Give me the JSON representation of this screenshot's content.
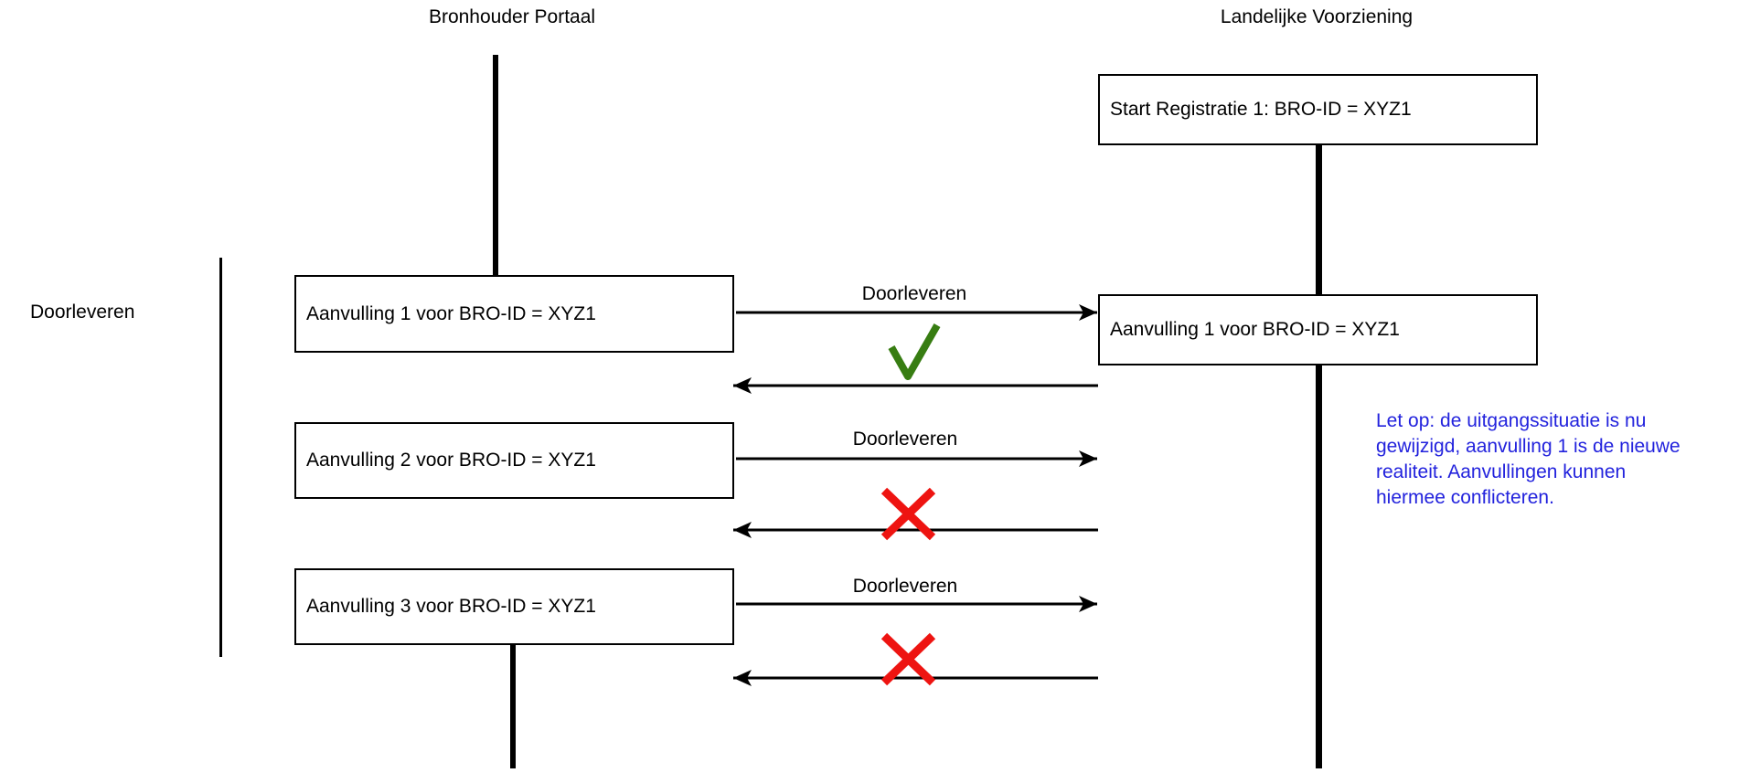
{
  "actors": {
    "left": "Bronhouder Portaal",
    "right": "Landelijke Voorziening"
  },
  "group": {
    "label": "Doorleveren"
  },
  "boxes": {
    "start_registratie": "Start Registratie 1: BRO-ID = XYZ1",
    "aanvulling1_left": "Aanvulling 1 voor BRO-ID = XYZ1",
    "aanvulling2_left": "Aanvulling 2 voor BRO-ID = XYZ1",
    "aanvulling3_left": "Aanvulling 3 voor BRO-ID = XYZ1",
    "aanvulling1_right": "Aanvulling 1 voor BRO-ID = XYZ1"
  },
  "messages": [
    {
      "label": "Doorleveren",
      "result": "accepted",
      "result_icon": "green-check"
    },
    {
      "label": "Doorleveren",
      "result": "rejected",
      "result_icon": "red-cross"
    },
    {
      "label": "Doorleveren",
      "result": "rejected",
      "result_icon": "red-cross"
    }
  ],
  "note": {
    "lines": [
      "Let op: de uitgangssituatie is nu",
      "gewijzigd, aanvulling 1 is de nieuwe",
      "realiteit. Aanvullingen kunnen",
      "hiermee conflicteren."
    ]
  },
  "colors": {
    "check_green": "#377D12",
    "cross_red": "#EE1411",
    "note_blue": "#2222DD",
    "line_black": "#000000"
  }
}
